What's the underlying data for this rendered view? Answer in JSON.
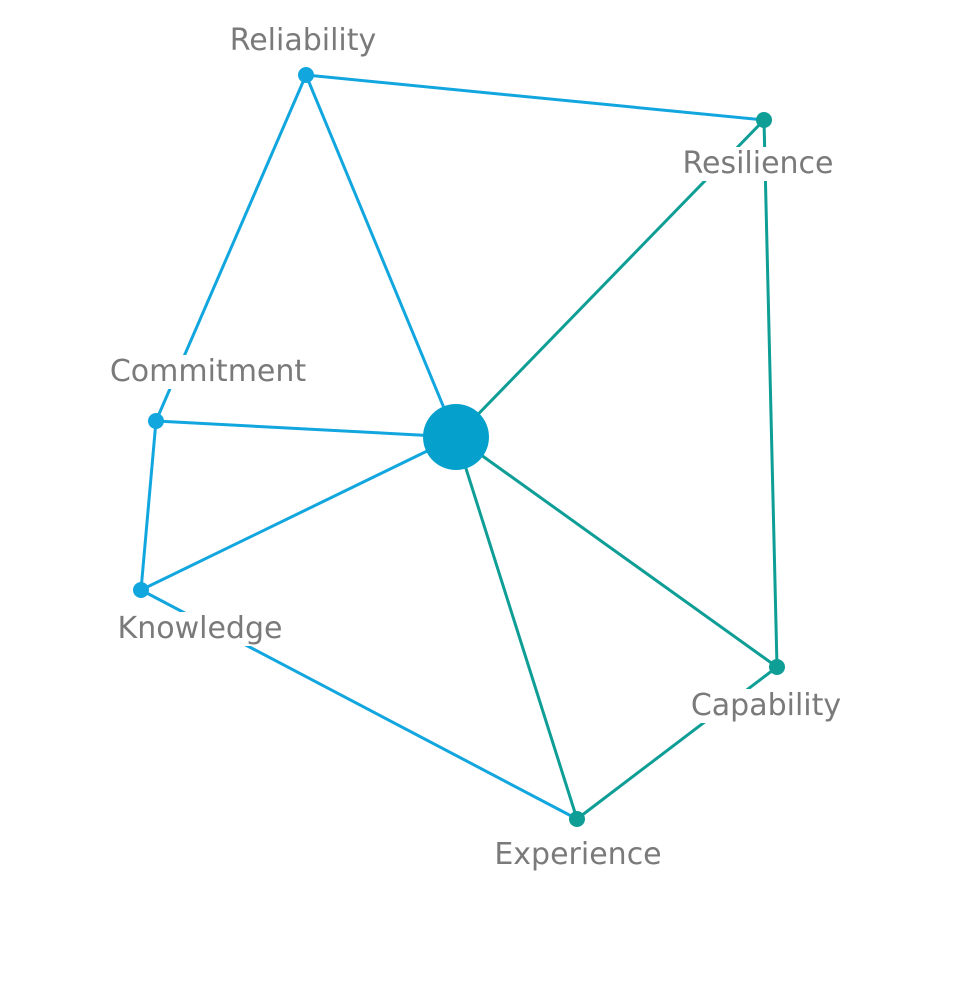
{
  "colors": {
    "blue": "#12a6df",
    "teal": "#0e9e96",
    "hub": "#05a1cc",
    "label": "#7a7a7a",
    "background": "#ffffff"
  },
  "nodes": {
    "reliability": {
      "label": "Reliability",
      "color": "blue"
    },
    "resilience": {
      "label": "Resilience",
      "color": "teal"
    },
    "commitment": {
      "label": "Commitment",
      "color": "blue"
    },
    "knowledge": {
      "label": "Knowledge",
      "color": "blue"
    },
    "capability": {
      "label": "Capability",
      "color": "teal"
    },
    "experience": {
      "label": "Experience",
      "color": "teal"
    },
    "hub": {
      "label": "",
      "color": "hub"
    }
  }
}
